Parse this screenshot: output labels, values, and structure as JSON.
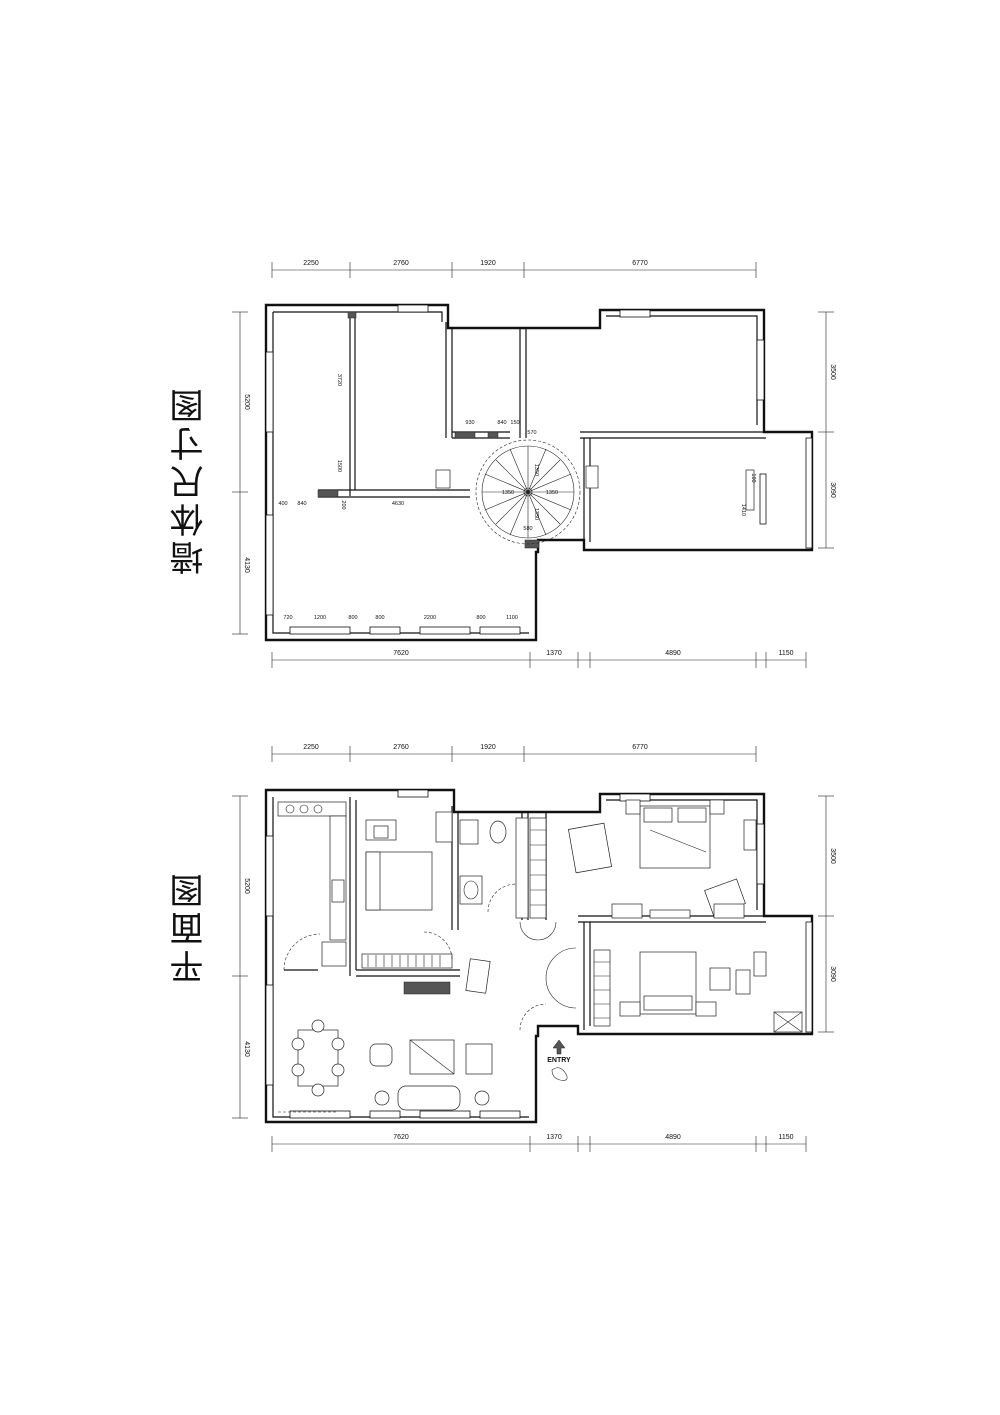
{
  "titles": {
    "wall_plan": "墙体尺寸图",
    "floor_plan": "平面图"
  },
  "dimensions": {
    "top": [
      "2250",
      "2760",
      "1920",
      "6770"
    ],
    "bottom": [
      "7620",
      "1370",
      "4890",
      "1150"
    ],
    "left": [
      "5200",
      "4130"
    ],
    "right": [
      "3500",
      "3090"
    ]
  },
  "wall_plan_labels": {
    "a": "3720",
    "b": "1500",
    "c": "400",
    "d": "840",
    "e": "4630",
    "f": "200",
    "g": "930",
    "h": "840",
    "i": "150",
    "j": "570",
    "k": "1350",
    "l": "1350",
    "m": "1350",
    "n": "1350",
    "o": "580",
    "p": "100",
    "q": "1410",
    "s1": "720",
    "s2": "1200",
    "s3": "800",
    "s4": "800",
    "s5": "2200",
    "s6": "800",
    "s7": "1100"
  },
  "floor_plan_labels": {
    "entry": "ENTRY"
  }
}
